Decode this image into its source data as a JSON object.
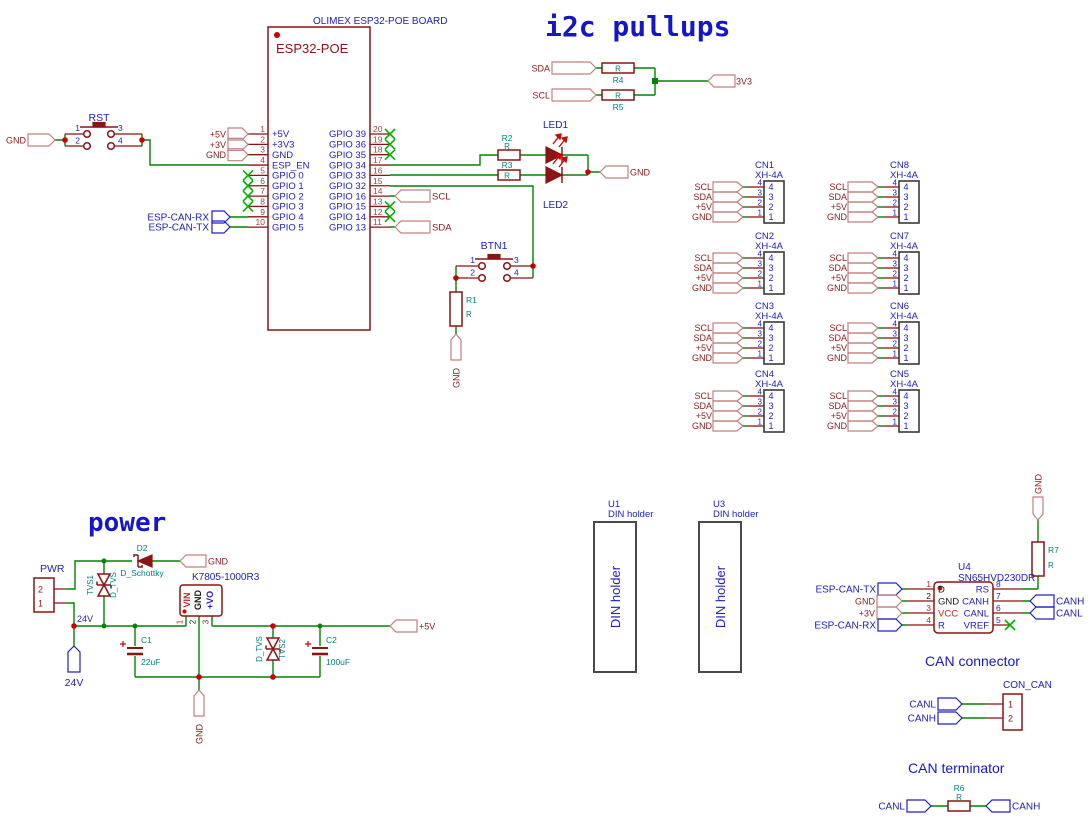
{
  "board_title": "OLIMEX ESP32-POE BOARD",
  "titles": {
    "i2c": "i2c pullups",
    "power": "power",
    "can_connector": "CAN connector",
    "can_terminator": "CAN terminator"
  },
  "nets": {
    "gnd": "GND",
    "p5v": "+5V",
    "p3v": "+3V",
    "scl": "SCL",
    "sda": "SDA",
    "v33": "3V3",
    "v24": "24V",
    "canh": "CANH",
    "canl": "CANL",
    "rx": "ESP-CAN-RX",
    "tx": "ESP-CAN-TX"
  },
  "chip": {
    "name": "ESP32-POE",
    "left_pins": [
      {
        "num": "1",
        "name": "+5V"
      },
      {
        "num": "2",
        "name": "+3V3"
      },
      {
        "num": "3",
        "name": "GND"
      },
      {
        "num": "4",
        "name": "ESP_EN"
      },
      {
        "num": "5",
        "name": "GPIO 0",
        "nc": true
      },
      {
        "num": "6",
        "name": "GPIO 1",
        "nc": true
      },
      {
        "num": "7",
        "name": "GPIO 2",
        "nc": true
      },
      {
        "num": "8",
        "name": "GPIO 3",
        "nc": true
      },
      {
        "num": "9",
        "name": "GPIO 4"
      },
      {
        "num": "10",
        "name": "GPIO 5"
      }
    ],
    "right_pins": [
      {
        "num": "20",
        "name": "GPIO 39",
        "nc": true
      },
      {
        "num": "19",
        "name": "GPIO 36",
        "nc": true
      },
      {
        "num": "18",
        "name": "GPIO 35",
        "nc": true
      },
      {
        "num": "17",
        "name": "GPIO 34"
      },
      {
        "num": "16",
        "name": "GPIO 33"
      },
      {
        "num": "15",
        "name": "GPIO 32"
      },
      {
        "num": "14",
        "name": "GPIO 16"
      },
      {
        "num": "13",
        "name": "GPIO 15",
        "nc": true
      },
      {
        "num": "12",
        "name": "GPIO 14",
        "nc": true
      },
      {
        "num": "11",
        "name": "GPIO 13"
      }
    ]
  },
  "rst": {
    "ref": "RST",
    "pins": [
      "1",
      "2",
      "3",
      "4"
    ]
  },
  "btn": {
    "ref": "BTN1",
    "pins": [
      "1",
      "2",
      "3",
      "4"
    ]
  },
  "i2c": {
    "r4": {
      "ref": "R4",
      "value": "R"
    },
    "r5": {
      "ref": "R5",
      "value": "R"
    }
  },
  "resistors": {
    "r1": {
      "ref": "R1",
      "value": "R"
    },
    "r2": {
      "ref": "R2",
      "value": "R"
    },
    "r3": {
      "ref": "R3",
      "value": "R"
    },
    "r6": {
      "ref": "R6",
      "value": "R"
    },
    "r7": {
      "ref": "R7",
      "value": "R"
    }
  },
  "leds": {
    "led1": "LED1",
    "led2": "LED2"
  },
  "connectors": {
    "part": "XH-4A",
    "pin_numbers": [
      "4",
      "3",
      "2",
      "1"
    ],
    "pin_names": [
      "SCL",
      "SDA",
      "+5V",
      "GND"
    ],
    "refs_left": [
      "CN1",
      "CN2",
      "CN3",
      "CN4"
    ],
    "refs_right": [
      "CN8",
      "CN7",
      "CN6",
      "CN5"
    ]
  },
  "power": {
    "pwr": {
      "ref": "PWR",
      "pins": [
        "2",
        "1"
      ]
    },
    "d2": {
      "ref": "D2",
      "value": "D_Schottky"
    },
    "tvs1": {
      "ref": "TVS1",
      "value": "D_TVS"
    },
    "tvs2": {
      "ref": "TVS2",
      "value": "D_TVS"
    },
    "reg": {
      "value": "K7805-1000R3",
      "pin_names": [
        "VIN",
        "GND",
        "+VO"
      ],
      "pin_numbers": [
        "1",
        "2",
        "3"
      ]
    },
    "c1": {
      "ref": "C1",
      "value": "22uF"
    },
    "c2": {
      "ref": "C2",
      "value": "100uF"
    }
  },
  "din": {
    "u1": {
      "ref": "U1",
      "value": "DIN holder"
    },
    "u3": {
      "ref": "U3",
      "value": "DIN holder"
    }
  },
  "can": {
    "u4": {
      "ref": "U4",
      "part": "SN65HVD230DR",
      "left_pins": [
        {
          "num": "1",
          "name": "D"
        },
        {
          "num": "2",
          "name": "GND"
        },
        {
          "num": "3",
          "name": "VCC"
        },
        {
          "num": "4",
          "name": "R"
        }
      ],
      "right_pins": [
        {
          "num": "8",
          "name": "RS"
        },
        {
          "num": "7",
          "name": "CANH"
        },
        {
          "num": "6",
          "name": "CANL"
        },
        {
          "num": "5",
          "name": "VREF",
          "nc": true
        }
      ]
    },
    "r7": {
      "ref": "R7",
      "value": "R"
    },
    "con": {
      "ref": "CON_CAN",
      "pins": [
        "1",
        "2"
      ]
    },
    "r6": {
      "ref": "R6",
      "value": "R"
    }
  }
}
